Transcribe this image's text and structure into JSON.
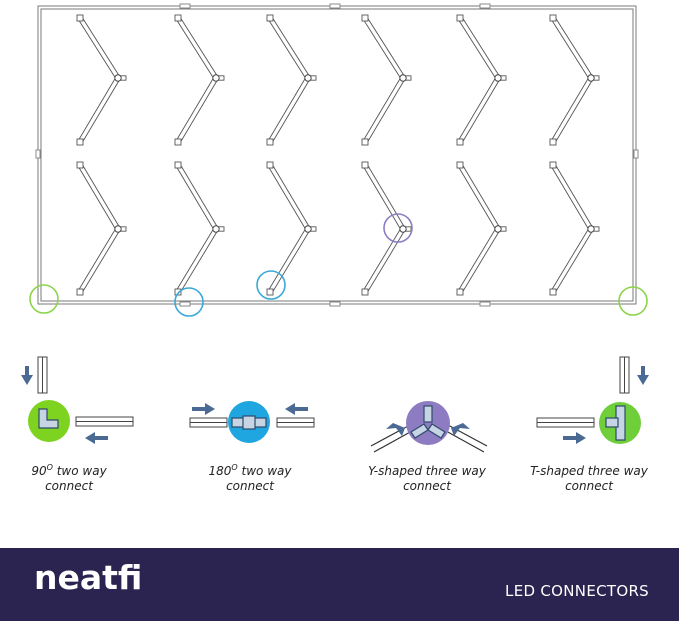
{
  "connectors": [
    {
      "id": "90",
      "line1": "90",
      "sup": "O",
      "line1_rest": " two way",
      "line2": "connect",
      "color": "#7ed321",
      "ring_color": "#8bd44a"
    },
    {
      "id": "180",
      "line1": "180",
      "sup": "O",
      "line1_rest": " two way",
      "line2": "connect",
      "color": "#1fa5e0",
      "ring_color": "#3aa8d8"
    },
    {
      "id": "y",
      "line1": "Y-shaped three way",
      "line2": "connect",
      "color": "#8e7cc3",
      "ring_color": "#8e7cc3"
    },
    {
      "id": "t",
      "line1": "T-shaped three way",
      "line2": "connect",
      "color": "#6fcf3a",
      "ring_color": "#8bd44a"
    }
  ],
  "footer": {
    "brand": "neatfi",
    "title": "LED CONNECTORS",
    "background": "#2b2350"
  },
  "arrow_color": "#4a6a94"
}
